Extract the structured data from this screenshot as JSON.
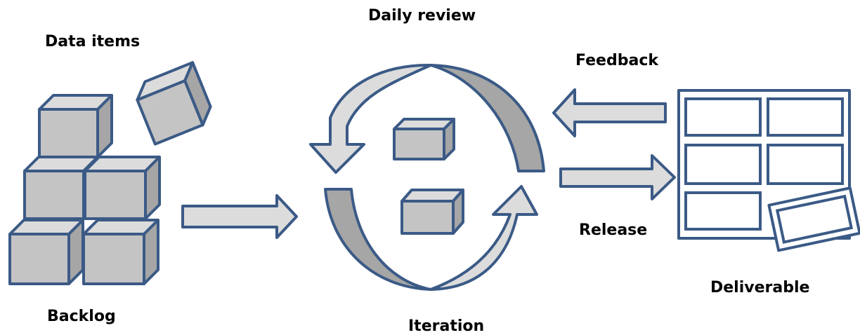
{
  "labels": {
    "data_items": "Data items",
    "backlog": "Backlog",
    "daily_review": "Daily review",
    "iteration": "Iteration",
    "feedback": "Feedback",
    "release": "Release",
    "deliverable": "Deliverable"
  },
  "colors": {
    "stroke": "#3b5a86",
    "fill_light": "#d9d9d9",
    "fill_mid": "#bfbfbf",
    "fill_dark": "#a6a6a6",
    "background": "#ffffff"
  }
}
